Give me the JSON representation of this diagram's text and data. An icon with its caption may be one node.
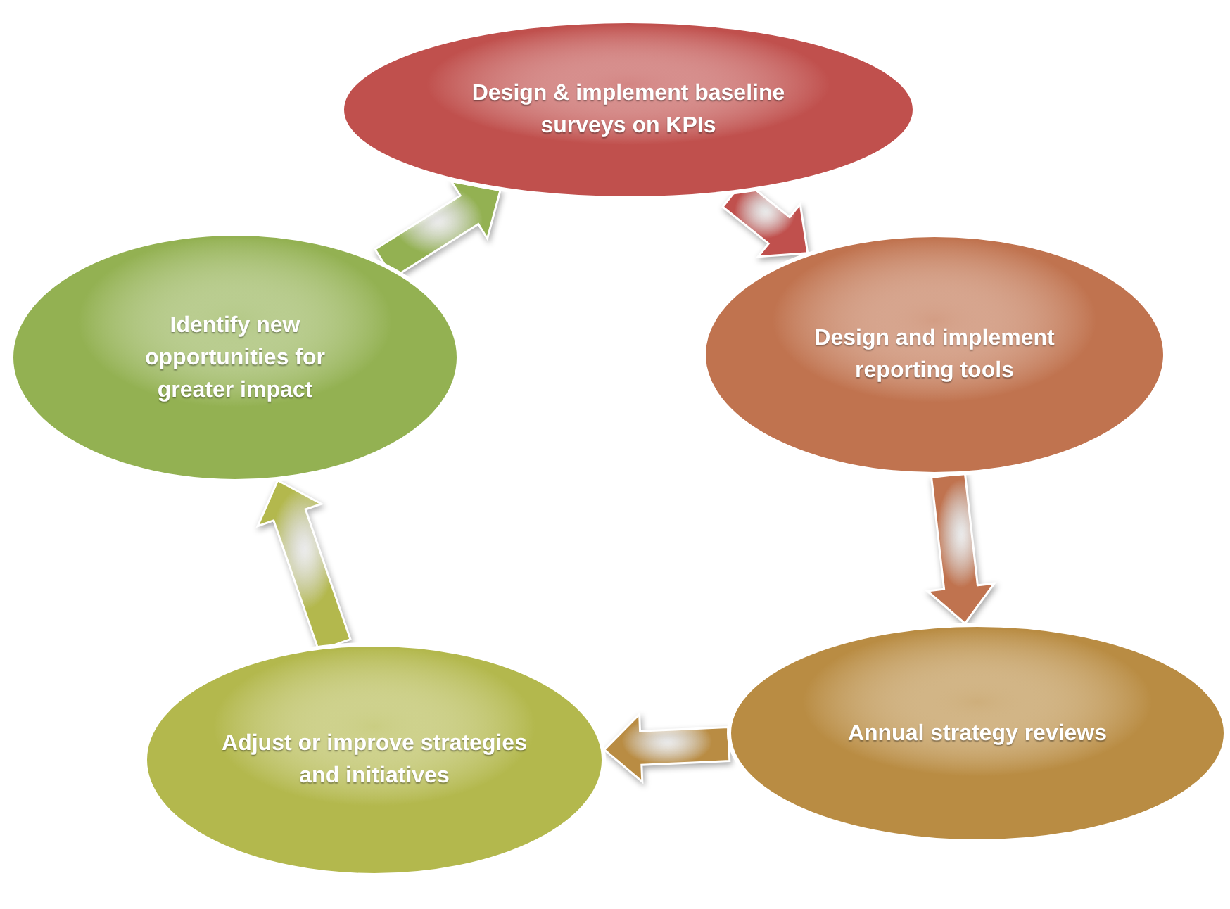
{
  "diagram": {
    "nodes": [
      {
        "text": [
          "Design & implement baseline surveys on KPIs"
        ]
      },
      {
        "text": [
          "Design and implement reporting tools"
        ]
      },
      {
        "text": [
          "Annual strategy reviews"
        ]
      },
      {
        "text": [
          "Adjust or improve strategies and initiatives"
        ]
      },
      {
        "text": [
          "Identify new opportunities for greater impact"
        ]
      }
    ],
    "edges": [
      {
        "from": 0,
        "to": 1,
        "arrow": "to"
      },
      {
        "from": 1,
        "to": 2,
        "arrow": "to"
      },
      {
        "from": 2,
        "to": 3,
        "arrow": "to"
      },
      {
        "from": 3,
        "to": 4,
        "arrow": "to"
      },
      {
        "from": 4,
        "to": 0,
        "arrow": "to"
      }
    ]
  }
}
